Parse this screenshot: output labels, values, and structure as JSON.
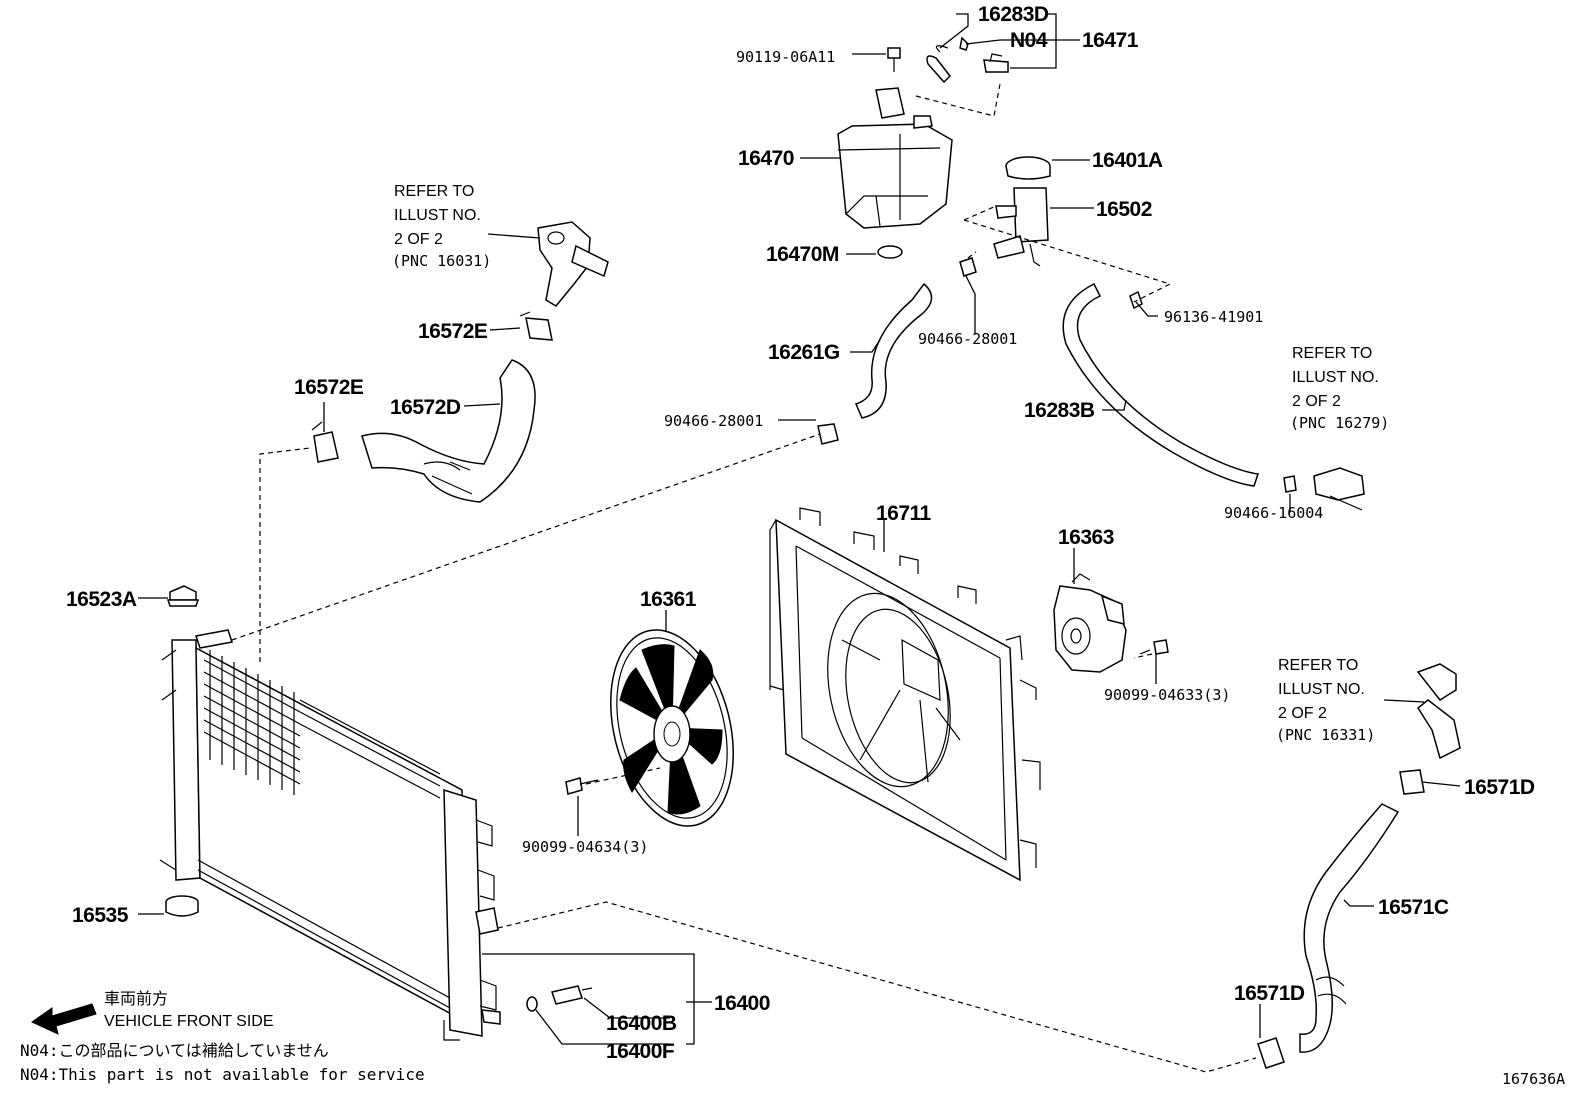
{
  "diagram": {
    "title_code": "167636A",
    "parts": {
      "p16283D": "16283D",
      "pN04": "N04",
      "p16471": "16471",
      "p90119": "90119-06A11",
      "p16470": "16470",
      "p16401A": "16401A",
      "p16502": "16502",
      "p16470M": "16470M",
      "p96136": "96136-41901",
      "p90466a": "90466-28001",
      "p16261G": "16261G",
      "p90466b": "90466-28001",
      "p16283B": "16283B",
      "p90466c": "90466-16004",
      "p16572E_top": "16572E",
      "p16572E_left": "16572E",
      "p16572D": "16572D",
      "p16523A": "16523A",
      "p16711": "16711",
      "p16363": "16363",
      "p90099a": "90099-04633(3)",
      "p16361": "16361",
      "p90099b": "90099-04634(3)",
      "p16571D_top": "16571D",
      "p16571C": "16571C",
      "p16571D_bot": "16571D",
      "p16535": "16535",
      "p16400": "16400",
      "p16400B": "16400B",
      "p16400F": "16400F"
    },
    "refs": {
      "r1": [
        "REFER TO",
        "ILLUST NO.",
        "2 OF 2",
        "(PNC 16031)"
      ],
      "r2": [
        "REFER TO",
        "ILLUST NO.",
        "2 OF 2",
        "(PNC 16279)"
      ],
      "r3": [
        "REFER TO",
        "ILLUST NO.",
        "2 OF 2",
        "(PNC 16331)"
      ]
    },
    "legend": {
      "front_jp": "車両前方",
      "front_en": "VEHICLE FRONT SIDE",
      "note_jp": "N04:この部品については補給していません",
      "note_en": "N04:This part is not available for service"
    }
  }
}
